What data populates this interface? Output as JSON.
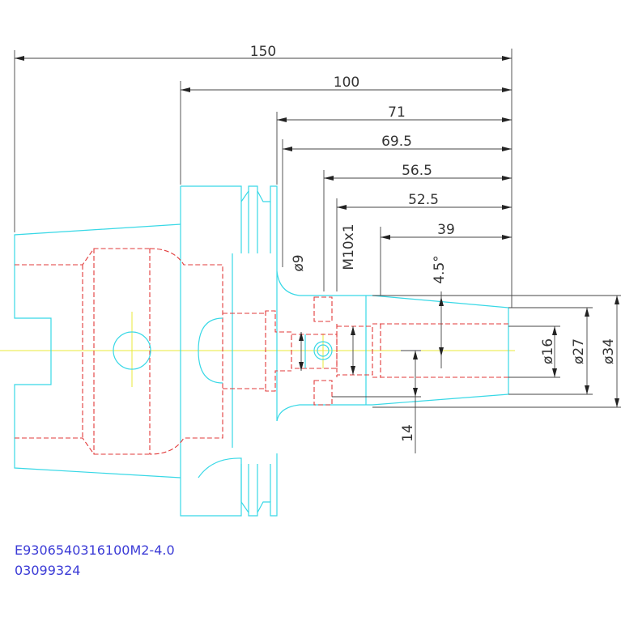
{
  "dimensions": {
    "d150": "150",
    "d100": "100",
    "d71": "71",
    "d69_5": "69.5",
    "d56_5": "56.5",
    "d52_5": "52.5",
    "d39": "39",
    "dia9": "ø9",
    "m10x1": "M10x1",
    "angle": "4.5°",
    "dia16": "ø16",
    "dia27": "ø27",
    "dia34": "ø34",
    "d14": "14"
  },
  "part_code": {
    "line1": "E9306540316100M2-4.0",
    "line2": "03099324"
  },
  "colors": {
    "outline": "#38d8e6",
    "hidden": "#e23a3a",
    "center": "#e8e83a",
    "dimension": "#444444",
    "code_text": "#3b3bd6"
  }
}
